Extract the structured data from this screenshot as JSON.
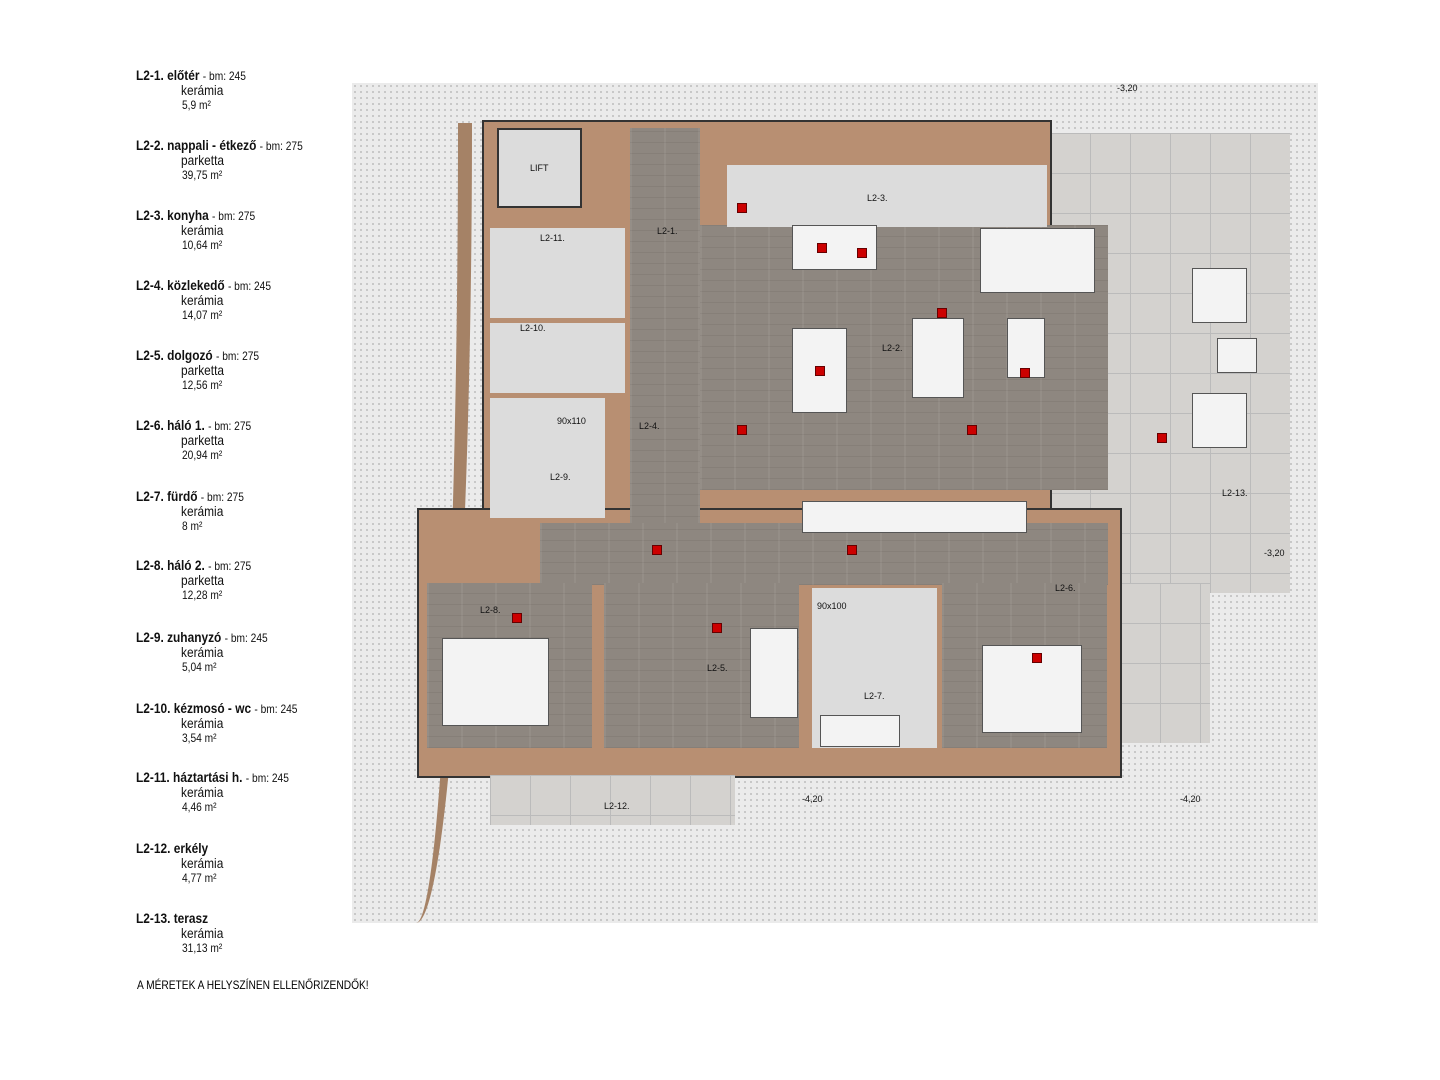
{
  "legend": [
    {
      "code": "L2-1.",
      "name": "előtér",
      "bm": "- bm: 245",
      "material": "kerámia",
      "area": "5,9 m²"
    },
    {
      "code": "L2-2.",
      "name": "nappali - étkező",
      "bm": "- bm: 275",
      "material": "parketta",
      "area": "39,75 m²"
    },
    {
      "code": "L2-3.",
      "name": "konyha",
      "bm": "- bm: 275",
      "material": "kerámia",
      "area": "10,64 m²"
    },
    {
      "code": "L2-4.",
      "name": "közlekedő",
      "bm": "- bm: 245",
      "material": "kerámia",
      "area": "14,07 m²"
    },
    {
      "code": "L2-5.",
      "name": "dolgozó",
      "bm": "- bm: 275",
      "material": "parketta",
      "area": "12,56 m²"
    },
    {
      "code": "L2-6.",
      "name": "háló 1.",
      "bm": "- bm: 275",
      "material": "parketta",
      "area": "20,94 m²"
    },
    {
      "code": "L2-7.",
      "name": "fürdő",
      "bm": "- bm: 275",
      "material": "kerámia",
      "area": "8 m²"
    },
    {
      "code": "L2-8.",
      "name": "háló 2.",
      "bm": "- bm: 275",
      "material": "parketta",
      "area": "12,28 m²"
    },
    {
      "code": "L2-9.",
      "name": "zuhanyzó",
      "bm": "- bm: 245",
      "material": "kerámia",
      "area": "5,04 m²"
    },
    {
      "code": "L2-10.",
      "name": "kézmosó - wc",
      "bm": "- bm: 245",
      "material": "kerámia",
      "area": "3,54 m²"
    },
    {
      "code": "L2-11.",
      "name": "háztartási h.",
      "bm": "- bm: 245",
      "material": "kerámia",
      "area": "4,46 m²"
    },
    {
      "code": "L2-12.",
      "name": "erkély",
      "bm": "",
      "material": "kerámia",
      "area": "4,77 m²"
    },
    {
      "code": "L2-13.",
      "name": "terasz",
      "bm": "",
      "material": "kerámia",
      "area": "31,13 m²"
    }
  ],
  "note": "A MÉRETEK A  HELYSZÍNEN ELLENŐRIZENDŐK!",
  "plan": {
    "rooms": [
      "L2-1.",
      "L2-2.",
      "L2-3.",
      "L2-4.",
      "L2-5.",
      "L2-6.",
      "L2-7.",
      "L2-8.",
      "L2-9.",
      "L2-10.",
      "L2-11.",
      "L2-12.",
      "L2-13."
    ],
    "levels": [
      "-3,20",
      "-3,20",
      "-4,20",
      "-4,20"
    ],
    "lift": "LIFT",
    "shower": "90x110",
    "shower2": "90x100"
  }
}
